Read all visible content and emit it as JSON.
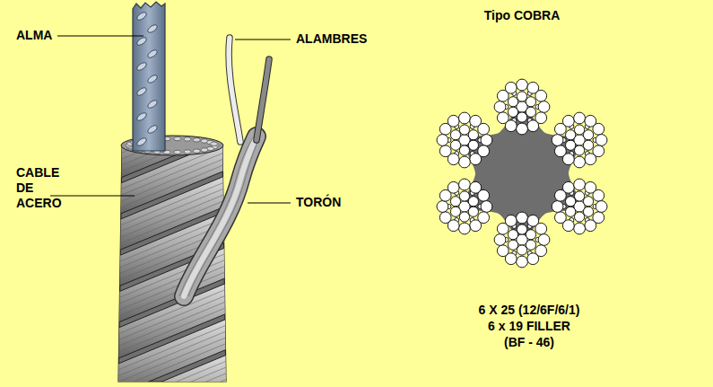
{
  "diagram": {
    "labels": [
      "ALMA",
      "ALAMBRES",
      "TORÓN",
      "CABLE DE ACERO",
      "Tipo COBRA",
      "6 X 25 (12/6F/6/1)",
      "6 x 19 FILLER",
      "(BF - 46)"
    ]
  }
}
